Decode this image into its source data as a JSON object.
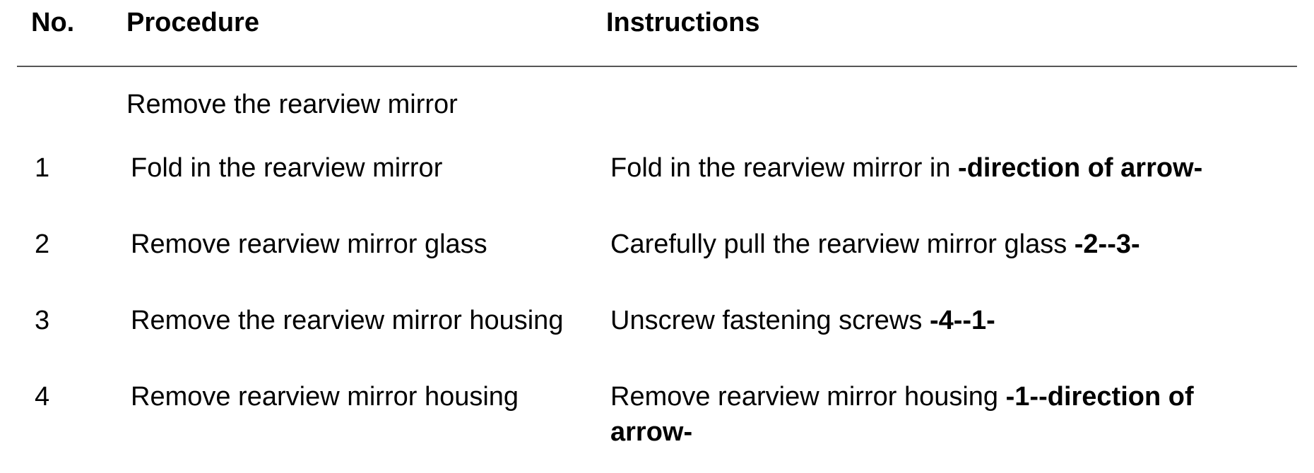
{
  "header": {
    "no": "No.",
    "procedure": "Procedure",
    "instructions": "Instructions"
  },
  "section_title": "Remove the rearview mirror",
  "rows": [
    {
      "no": "1",
      "procedure": "Fold in the rearview mirror",
      "instruction_text": "Fold in the rearview mirror in ",
      "instruction_ref": "-direction of arrow-"
    },
    {
      "no": "2",
      "procedure": "Remove rearview mirror glass",
      "instruction_text": "Carefully pull the rearview mirror glass ",
      "instruction_ref": "-2--3-"
    },
    {
      "no": "3",
      "procedure": "Remove the rearview mirror housing",
      "instruction_text": "Unscrew fastening screws ",
      "instruction_ref": "-4--1-"
    },
    {
      "no": "4",
      "procedure": "Remove rearview mirror housing",
      "instruction_text": "Remove rearview mirror housing ",
      "instruction_ref": "-1--direction of arrow-"
    }
  ]
}
